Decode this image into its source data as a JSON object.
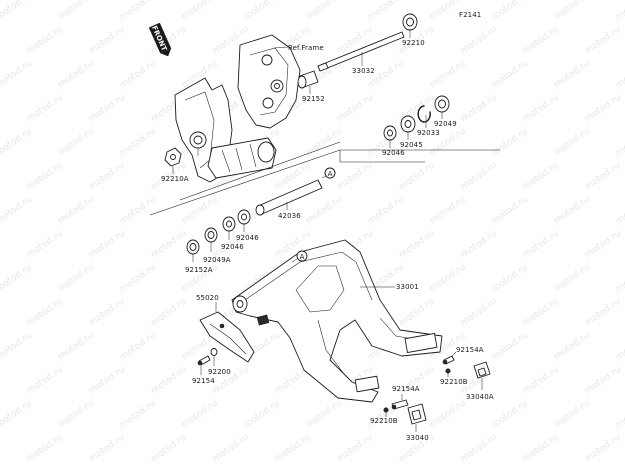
{
  "diagram": {
    "figure_code": "F2141",
    "front_badge": "FRONT",
    "reference": "Ref.Frame",
    "watermark": "motod.ru",
    "callout_letter": "A",
    "parts": {
      "p92210_top": "92210",
      "p33032": "33032",
      "p92152": "92152",
      "p92033": "92033",
      "p92049": "92049",
      "p92045": "92045",
      "p92046_right": "92046",
      "p92210A": "92210A",
      "p42036": "42036",
      "p92046_left": "92046",
      "p92046_left2": "92046",
      "p92049A": "92049A",
      "p92152A": "92152A",
      "p33001": "33001",
      "p55020": "55020",
      "p92154A_right": "92154A",
      "p92210B_right": "92210B",
      "p33040A": "33040A",
      "p92200": "92200",
      "p92154": "92154",
      "p92154A_bottom": "92154A",
      "p92210B_bottom": "92210B",
      "p33040": "33040"
    }
  }
}
